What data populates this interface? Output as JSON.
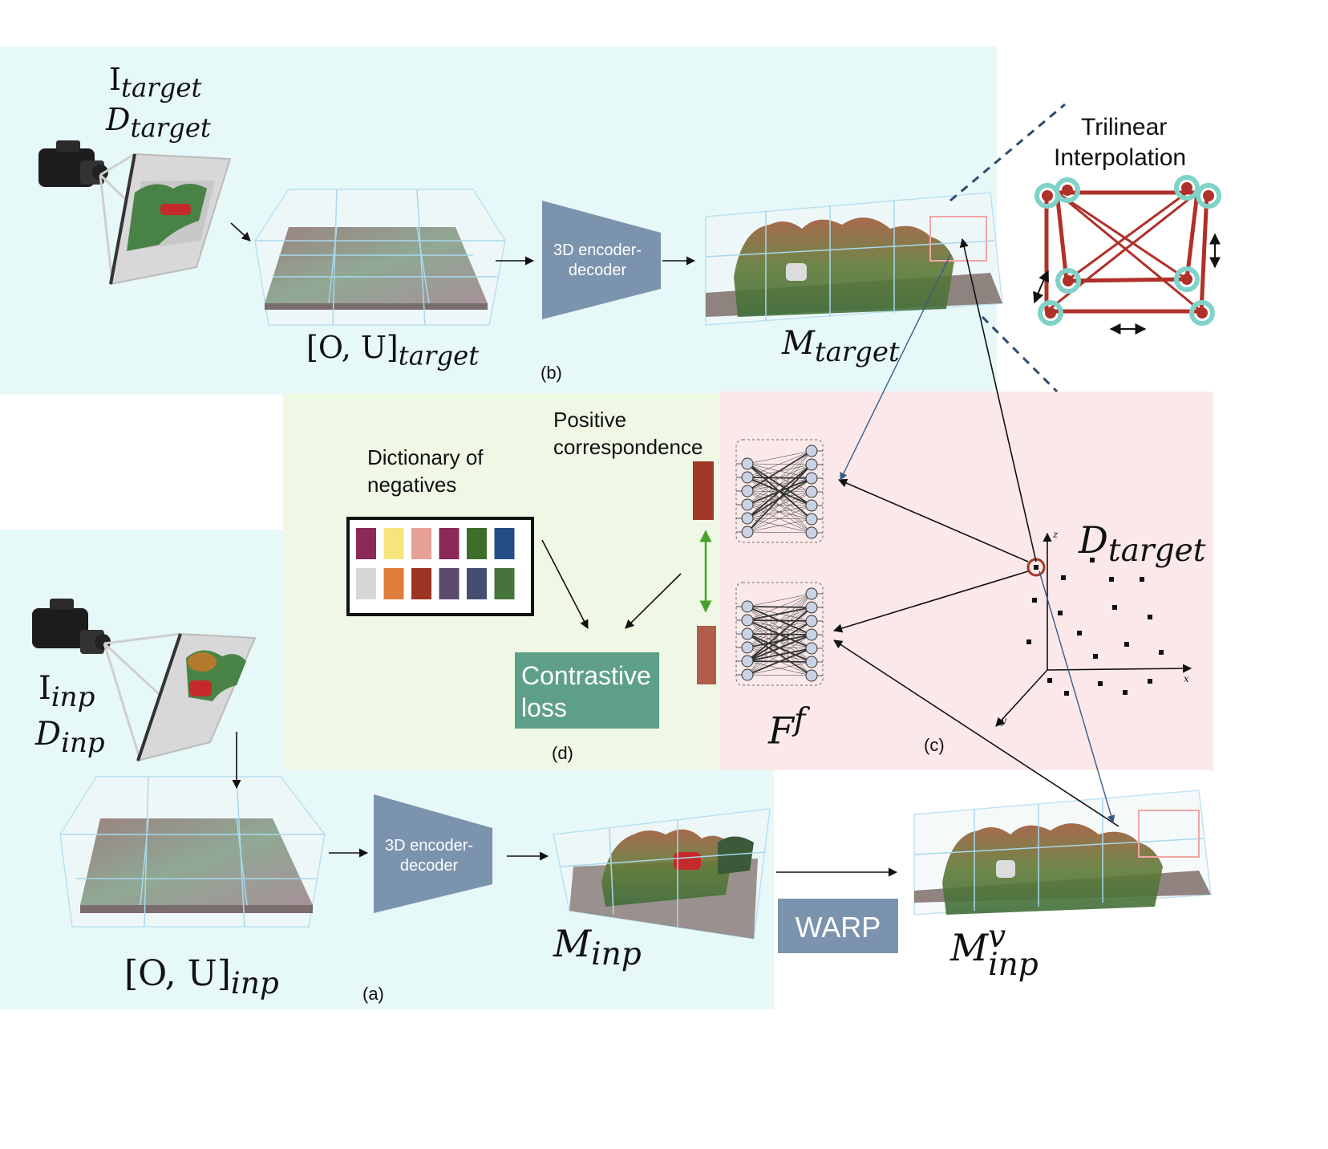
{
  "panels": {
    "b": {
      "tag": "(b)",
      "color": "#e7f8f8"
    },
    "a": {
      "tag": "(a)",
      "color": "#e7f8f8"
    },
    "d": {
      "tag": "(d)",
      "color": "#eef8e4"
    },
    "c": {
      "tag": "(c)",
      "color": "#fae9e8"
    }
  },
  "top_row": {
    "camera_labels": [
      "I",
      "target",
      "D",
      "target"
    ],
    "occupancy_label": [
      "[O, U]",
      "target"
    ],
    "encoder_label": "3D encoder-decoder",
    "memory_label": [
      "M",
      "target"
    ]
  },
  "bottom_row": {
    "camera_labels": [
      "I",
      "inp",
      "D",
      "inp"
    ],
    "occupancy_label": [
      "[O, U]",
      "inp"
    ],
    "encoder_label": "3D encoder-decoder",
    "memory_label": [
      "M",
      "inp"
    ],
    "warp_label": "WARP",
    "warped_label": [
      "M",
      "inp",
      "v"
    ]
  },
  "trilinear": {
    "title_line1": "Trilinear",
    "title_line2": "Interpolation"
  },
  "contrastive": {
    "dictionary_line1": "Dictionary of",
    "dictionary_line2": "negatives",
    "positive_line1": "Positive",
    "positive_line2": "correspondence",
    "loss_line1": "Contrastive",
    "loss_line2": "loss",
    "negative_colors": [
      "#8b2a56",
      "#f5e57c",
      "#e6a096",
      "#8b2a56",
      "#3f6e2a",
      "#244d86",
      "#d6d6d6",
      "#df7d3c",
      "#9b3423",
      "#5a4a6b",
      "#454e70",
      "#46733a"
    ],
    "positive_colors": [
      "#a1392b",
      "#b05d4c"
    ]
  },
  "feature_net": {
    "label": [
      "F",
      "f"
    ]
  },
  "pointcloud": {
    "label": [
      "D",
      "target"
    ],
    "axis_x": "x",
    "axis_y": "y",
    "axis_z": "z"
  }
}
